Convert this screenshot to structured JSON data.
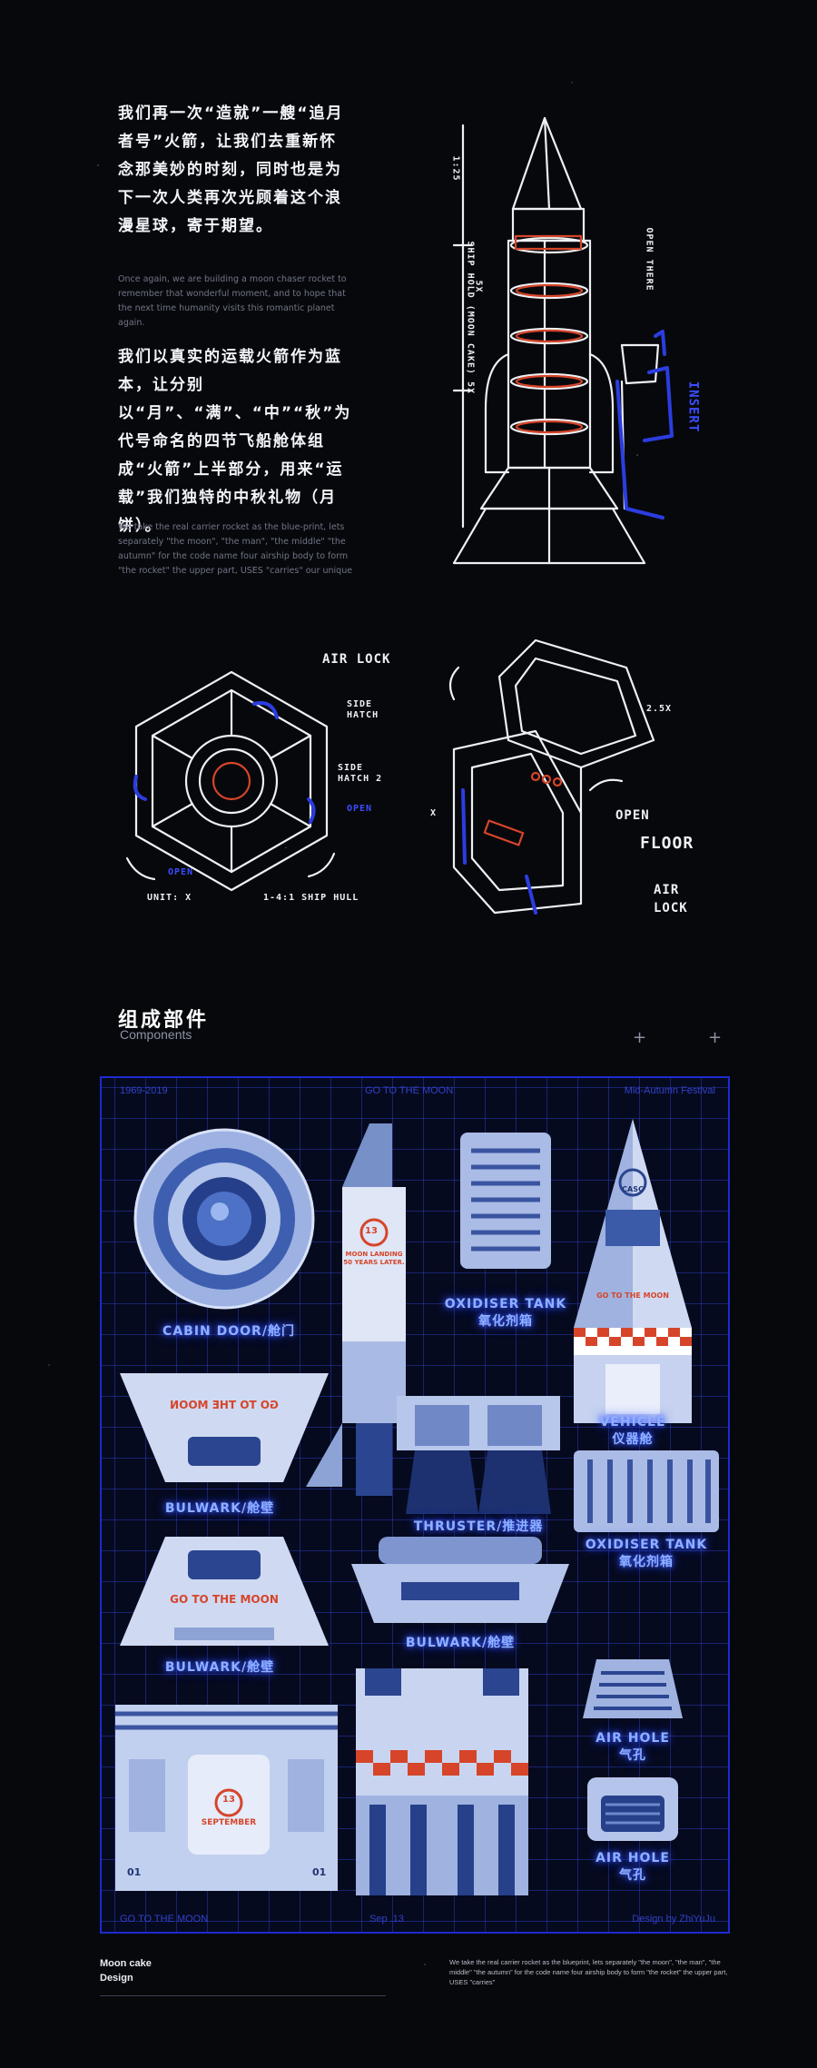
{
  "intro": {
    "cn_paragraph_1": "我们再一次“造就”一艘“追月者号”火箭，让我们去重新怀念那美妙的时刻，同时也是为下一次人类再次光顾着这个浪漫星球，寄于期望。",
    "en_paragraph_1": "Once again, we are building a moon chaser rocket to remember that wonderful moment, and to hope that the next time humanity visits this romantic planet again.",
    "cn_paragraph_2": "我们以真实的运载火箭作为蓝本，让分别以“月”、“满”、“中”“秋”为代号命名的四节飞船舱体组成“火箭”上半部分，用来“运载”我们独特的中秋礼物（月饼）。",
    "en_paragraph_2": "We take the real carrier rocket as the blue-print, lets separately \"the moon\", \"the man\", \"the middle\" \"the autumn\" for the code name four airship body to form \"the rocket\" the upper part, USES \"carries\" our unique"
  },
  "sketch_labels": {
    "rocket_top_dim": "1:25",
    "rocket_side_text": "SHIP HOLD (MOON CAKE) 5X",
    "rocket_dim_5x": "5X",
    "rocket_open_there": "OPEN THERE",
    "rocket_insert": "INSERT",
    "air_lock": "AIR LOCK",
    "side_hatch": "SIDE HATCH",
    "side_hatch_2": "SIDE HATCH 2",
    "open_blue": "OPEN",
    "open_blue_2": "OPEN",
    "unit": "UNIT: X",
    "ship_hull": "1-4:1 SHIP HULL",
    "dim_2_5x": "2.5X",
    "dim_x": "X",
    "open": "OPEN",
    "floor": "FLOOR",
    "air_lock_2": "AIR LOCK"
  },
  "components": {
    "title": "组成部件",
    "subtitle": "Components"
  },
  "frame": {
    "top_left": "1969-2019",
    "top_center": "GO TO THE MOON",
    "top_right": "Mid-Autumn Festival",
    "bottom_left": "GO TO THE MOON",
    "bottom_center": "Sep .13",
    "bottom_right": "Design by ZhiYuJu"
  },
  "parts": {
    "cabin_door": "CABIN DOOR/舱门",
    "oxidiser_tank_1_en": "OXIDISER TANK",
    "oxidiser_tank_1_cn": "氧化剂箱",
    "vehicle_en": "VEHICLE",
    "vehicle_cn": "仪器舱",
    "bulwark_1": "BULWARK/舱壁",
    "thruster": "THRUSTER/推进器",
    "oxidiser_tank_2_en": "OXIDISER TANK",
    "oxidiser_tank_2_cn": "氧化剂箱",
    "bulwark_2": "BULWARK/舱壁",
    "bulwark_3": "BULWARK/舱壁",
    "air_hole_1_en": "AIR HOLE",
    "air_hole_1_cn": "气孔",
    "air_hole_2_en": "AIR HOLE",
    "air_hole_2_cn": "气孔"
  },
  "part_texts": {
    "moon_landing_number": "13",
    "moon_landing_text": "MOON LANDING 50 YEARS LATER.",
    "go_to_the_moon_nose": "GO TO THE MOON",
    "casc": "CASC",
    "go_to_the_moon_mirrored": "GO TO THE MOON",
    "go_to_the_moon_bulwark": "GO TO THE MOON",
    "september_number": "13",
    "september": "SEPTEMBER",
    "hatch_number_left": "01",
    "hatch_number_right": "01"
  },
  "footer": {
    "left_line_1": "Moon cake",
    "left_line_2": "Design",
    "right_text": "We take the real carrier rocket as the blueprint, lets separately \"the moon\", \"the man\", \"the middle\" \"the autumn\" for the code name four airship body to form \"the rocket\" the upper part, USES \"carries\""
  },
  "colors": {
    "frame_blue": "#1c2bd0",
    "glow_blue": "#3a5cff",
    "accent_red": "#d6452a",
    "background": "#07080c"
  }
}
